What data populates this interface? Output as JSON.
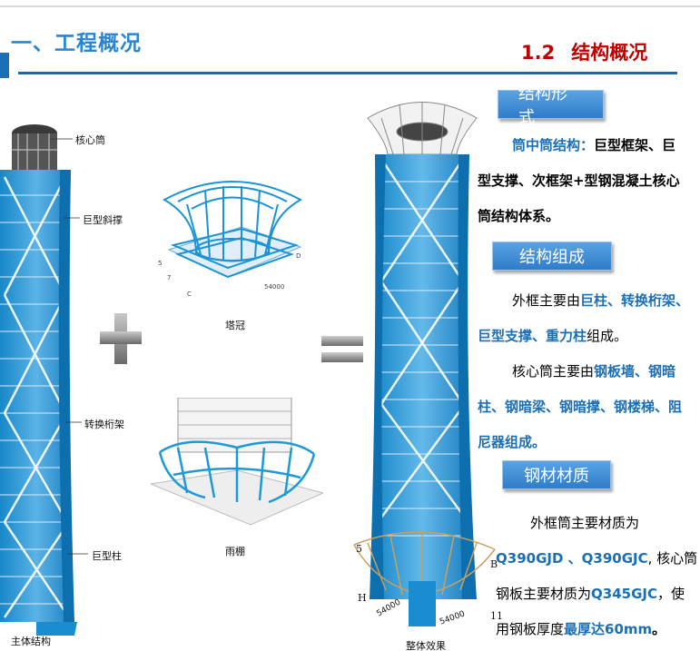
{
  "header": {
    "section_title": "一、工程概况",
    "subsection_number": "1.2",
    "subsection_title": "结构概况"
  },
  "left_figure": {
    "labels": {
      "core": "核心筒",
      "mega_brace": "巨型斜撑",
      "transfer_truss": "转换桁架",
      "mega_column": "巨型柱",
      "main_structure": "主体结构"
    }
  },
  "middle_figures": {
    "crown_caption": "塔冠",
    "canopy_caption": "雨棚"
  },
  "right_figure": {
    "caption": "整体效果",
    "grid_labels": [
      "5",
      "H",
      "B",
      "11",
      "54000",
      "54000"
    ]
  },
  "sections": {
    "form": {
      "button": "结构形式",
      "p_lead": "筒中筒结构：",
      "p_rest_1": "巨型框架、巨",
      "p_line_2": "型支撑、次框架+型钢混凝土核心",
      "p_line_3": "筒结构体系。"
    },
    "composition": {
      "button": "结构组成",
      "l1_a": "外框主要由",
      "l1_b": "巨柱、转换桁架、",
      "l2_a": "巨型支撑、重力柱",
      "l2_b": "组成。",
      "l3_a": "核心筒主要由",
      "l3_b": "钢板墙、钢暗",
      "l4": "柱、钢暗梁、钢暗撑、钢楼梯、阻",
      "l5": "尼器组成。"
    },
    "material": {
      "button": "钢材材质",
      "l1": "外框筒主要材质为",
      "l2_a": "Q390GJD 、Q390GJC",
      "l2_b": ", 核心筒",
      "l3_a": "钢板主要材质为",
      "l3_b": "Q345GJC",
      "l3_c": "，使",
      "l4_a": "用钢板厚度",
      "l4_b": "最厚达60mm",
      "l4_c": "。"
    }
  }
}
